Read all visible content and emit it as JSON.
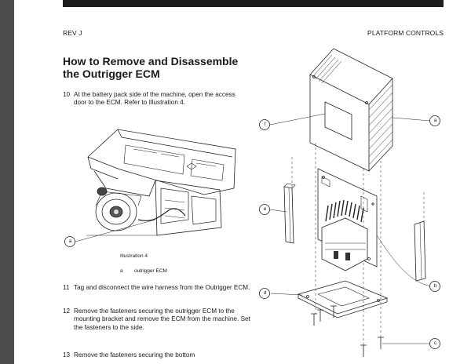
{
  "header": {
    "left": "REV J",
    "right": "PLATFORM CONTROLS"
  },
  "section": {
    "title_line1": "How to Remove and Disassemble",
    "title_line2": "the Outrigger ECM"
  },
  "steps": [
    {
      "num": "10",
      "text": "At the battery pack side of the machine, open the access door to the ECM. Refer to Illustration 4."
    },
    {
      "num": "11",
      "text": "Tag and disconnect the wire harness from the Outrigger ECM."
    },
    {
      "num": "12",
      "text": "Remove the fasteners securing the outrigger ECM to the mounting bracket and remove the ECM from the machine. Set the fasteners to the side."
    },
    {
      "num": "13",
      "text": "Remove the fasteners securing the bottom"
    }
  ],
  "illustration4": {
    "title": "Illustration 4",
    "legend_letter": "a",
    "legend_text": "outrigger ECM",
    "callout": "a"
  },
  "exploded_callouts": [
    "a",
    "b",
    "c",
    "d",
    "e",
    "f"
  ]
}
